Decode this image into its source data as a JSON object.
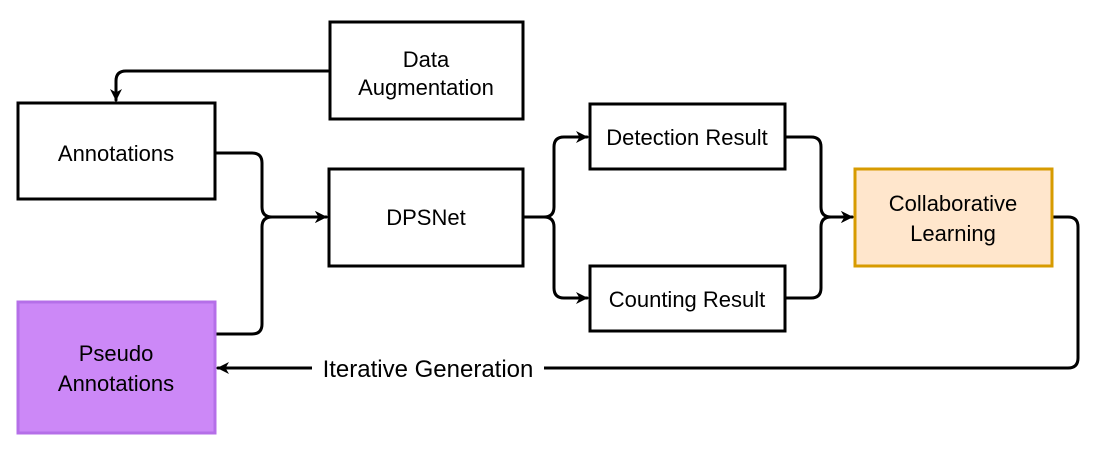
{
  "nodes": {
    "data_augmentation": {
      "lines": [
        "Data",
        "Augmentation"
      ],
      "fill": "#ffffff",
      "stroke": "#000000"
    },
    "annotations": {
      "lines": [
        "Annotations"
      ],
      "fill": "#ffffff",
      "stroke": "#000000"
    },
    "dpsnet": {
      "lines": [
        "DPSNet"
      ],
      "fill": "#ffffff",
      "stroke": "#000000"
    },
    "detection_result": {
      "lines": [
        "Detection Result"
      ],
      "fill": "#ffffff",
      "stroke": "#000000"
    },
    "counting_result": {
      "lines": [
        "Counting Result"
      ],
      "fill": "#ffffff",
      "stroke": "#000000"
    },
    "collaborative_learning": {
      "lines": [
        "Collaborative",
        "Learning"
      ],
      "fill": "#ffe6cc",
      "stroke": "#d79b00"
    },
    "pseudo_annotations": {
      "lines": [
        "Pseudo",
        "Annotations"
      ],
      "fill": "#cc88f7",
      "stroke": "#b56fe8"
    }
  },
  "edges": {
    "iterative_generation_label": "Iterative Generation"
  }
}
